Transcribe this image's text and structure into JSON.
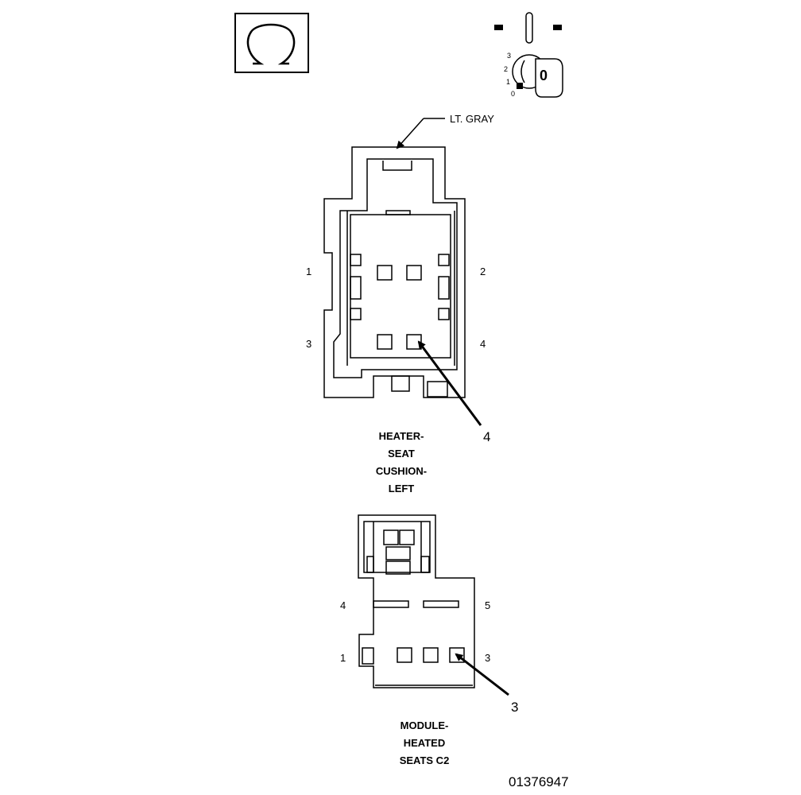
{
  "symbols": {
    "ohmmeter": "ohm-symbol-icon",
    "ignition": "ignition-key-icon",
    "ignition_positions": [
      "3",
      "2",
      "1",
      "0"
    ],
    "key_label": "0"
  },
  "connector1": {
    "wire_color": "LT. GRAY",
    "pins": [
      "1",
      "2",
      "3",
      "4"
    ],
    "callout": "4",
    "title": [
      "HEATER-",
      "SEAT",
      "CUSHION-",
      "LEFT"
    ]
  },
  "connector2": {
    "pins": [
      "4",
      "5",
      "1",
      "3"
    ],
    "callout": "3",
    "title": [
      "MODULE-",
      "HEATED",
      "SEATS C2"
    ]
  },
  "figure_number": "01376947"
}
